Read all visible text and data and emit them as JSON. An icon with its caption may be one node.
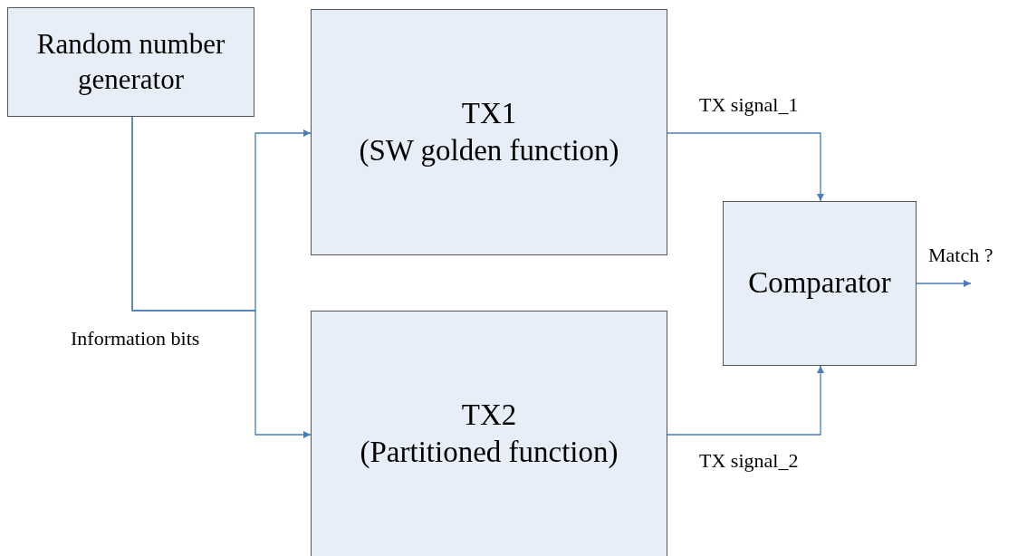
{
  "diagram": {
    "nodes": [
      {
        "text": [
          "Random number generator"
        ]
      },
      {
        "text": [
          "TX1",
          "(SW golden function)"
        ]
      },
      {
        "text": [
          "TX2",
          "(Partitioned function)"
        ]
      },
      {
        "text": [
          "Comparator"
        ]
      }
    ],
    "edges": [
      {
        "from": 0,
        "to": 1,
        "arrow": "to"
      },
      {
        "from": 0,
        "to": 2,
        "arrow": "to"
      },
      {
        "from": 1,
        "to": 3,
        "arrow": "to",
        "label": "TX signal_1"
      },
      {
        "from": 2,
        "to": 3,
        "arrow": "to",
        "label": "TX signal_2"
      },
      {
        "from": 3,
        "to": null,
        "arrow": "to",
        "label": "Match ?"
      }
    ],
    "labels": [
      "Information bits"
    ]
  }
}
